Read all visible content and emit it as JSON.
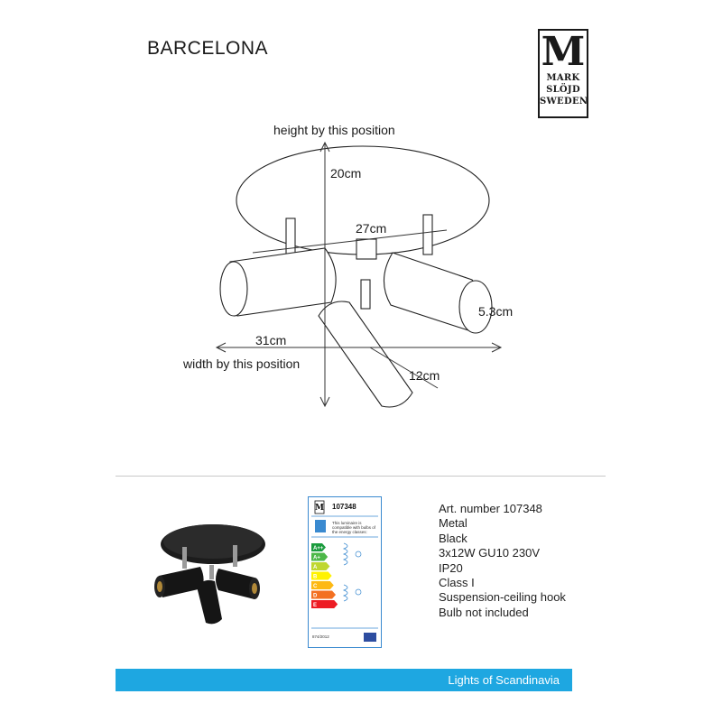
{
  "product": {
    "name": "BARCELONA"
  },
  "logo": {
    "letter": "M",
    "line1": "MARK",
    "line2": "SLÖJD",
    "line3": "SWEDEN"
  },
  "dimensions": {
    "height_note": "height by this position",
    "height": "20cm",
    "diameter": "27cm",
    "spot_diameter": "5.3cm",
    "total_width": "31cm",
    "width_note": "width by this position",
    "spot_length": "12cm"
  },
  "energy_label": {
    "number": "107348",
    "compat_text": "This luminaire is compatible with bulbs of the energy classes:",
    "classes": [
      {
        "text": "A++",
        "color": "#1a9b3d"
      },
      {
        "text": "A+",
        "color": "#4db848"
      },
      {
        "text": "A",
        "color": "#bfd730"
      },
      {
        "text": "B",
        "color": "#fff200"
      },
      {
        "text": "C",
        "color": "#fdb913"
      },
      {
        "text": "D",
        "color": "#f37021"
      },
      {
        "text": "E",
        "color": "#ed1c24"
      }
    ],
    "regulation": "874/2012"
  },
  "specs": [
    "Art. number 107348",
    "Metal",
    "Black",
    "3x12W GU10 230V",
    "IP20",
    "Class I",
    "Suspension-ceiling hook",
    "Bulb not included"
  ],
  "footer": {
    "text": "Lights of Scandinavia",
    "color": "#1ea7e1"
  }
}
